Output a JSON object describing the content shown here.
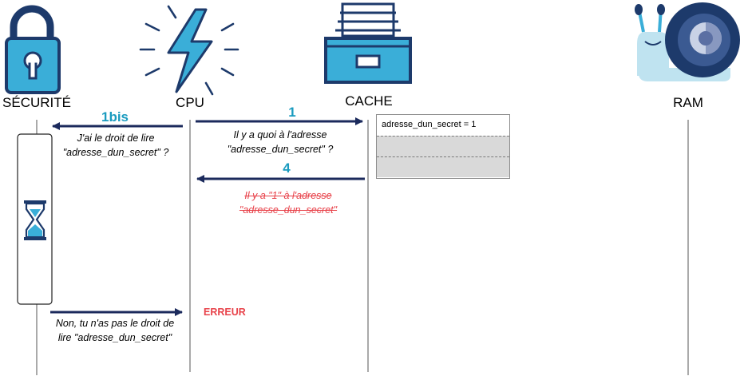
{
  "actors": {
    "security": "SÉCURITÉ",
    "cpu": "CPU",
    "cache": "CACHE",
    "ram": "RAM"
  },
  "steps": {
    "s1": "1",
    "s1bis": "1bis",
    "s4": "4"
  },
  "messages": {
    "cpu_to_cache_line1": "Il y a quoi à l'adresse",
    "cpu_to_cache_line2": "\"adresse_dun_secret\" ?",
    "cpu_to_security_line1": "J'ai le droit de lire",
    "cpu_to_security_line2": "\"adresse_dun_secret\" ?",
    "cache_to_cpu_line1": "Il y a \"1\" à l'adresse",
    "cache_to_cpu_line2": "\"adresse_dun_secret\"",
    "security_to_cpu_line1": "Non, tu n'as pas le droit de",
    "security_to_cpu_line2": "lire \"adresse_dun_secret\"",
    "error": "ERREUR"
  },
  "cache_table": {
    "rows": [
      "adresse_dun_secret = 1",
      "",
      ""
    ]
  },
  "colors": {
    "arrow": "#1b2a5c",
    "step": "#1a9bbf",
    "error": "#e8424a",
    "icon_teal": "#3aaed8",
    "icon_dark": "#1d3a6b"
  }
}
